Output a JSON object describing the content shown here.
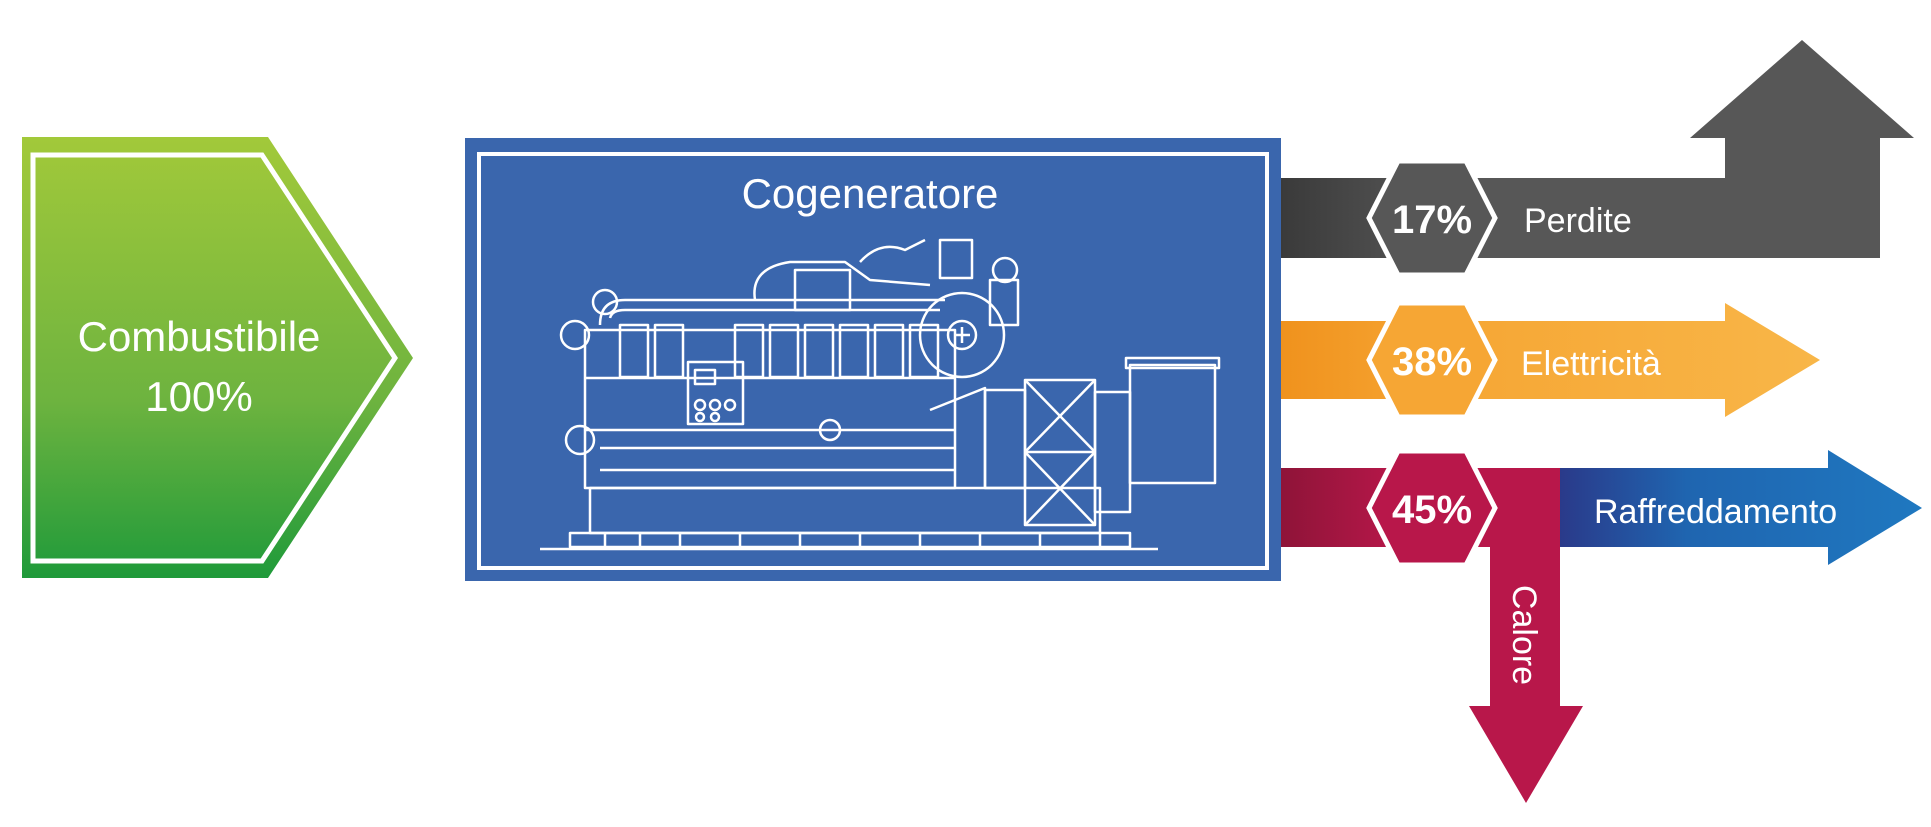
{
  "input": {
    "label": "Combustibile",
    "value": "100%",
    "color": "#8dc63f"
  },
  "unit": {
    "title": "Cogeneratore",
    "color": "#3a66ad",
    "icon": "engine-generator-blueprint-icon"
  },
  "outputs": {
    "losses": {
      "label": "Perdite",
      "value": "17%",
      "color": "#555555"
    },
    "electricity": {
      "label": "Elettricità",
      "value": "38%",
      "color": "#f7a733"
    },
    "heat": {
      "label": "Calore",
      "value": "45%",
      "color": "#b8174a"
    },
    "cooling": {
      "label": "Raffreddamento",
      "color": "#1f70b8"
    }
  }
}
